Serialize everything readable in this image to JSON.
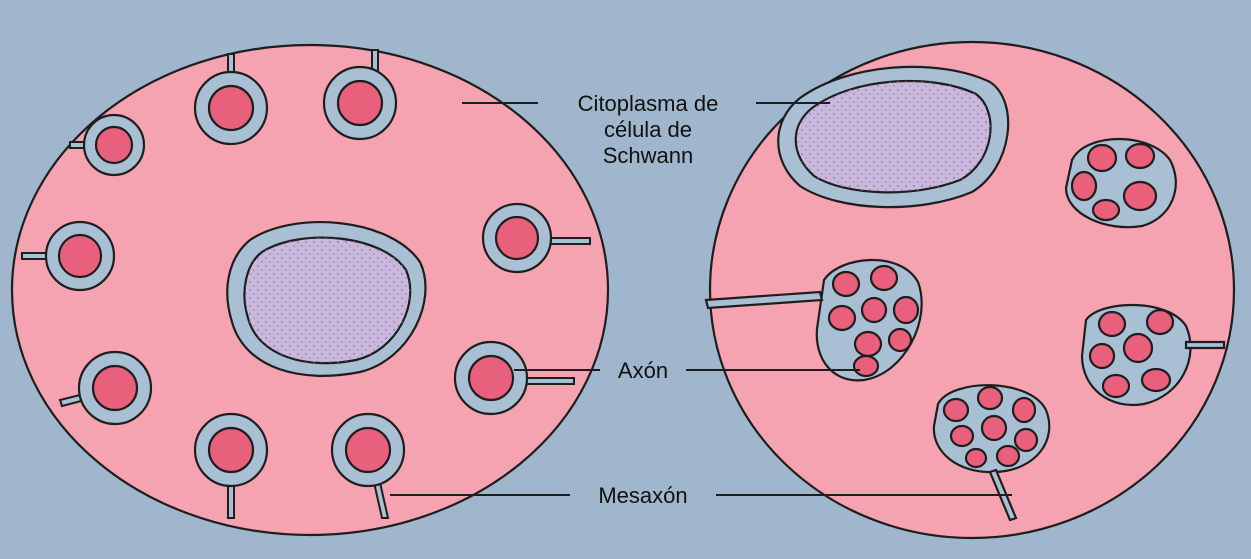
{
  "labels": {
    "schwann_line1": "Citoplasma de",
    "schwann_line2": "célula de",
    "schwann_line3": "Schwann",
    "axon": "Axón",
    "mesaxon": "Mesaxón"
  },
  "colors": {
    "background": "#9fb6cc",
    "schwann_cytoplasm": "#f6a3b1",
    "myelin_sheath": "#a9bfd4",
    "small_axon": "#e8607c",
    "large_axon": "#c9b8dc",
    "outline": "#1e1e1e"
  }
}
